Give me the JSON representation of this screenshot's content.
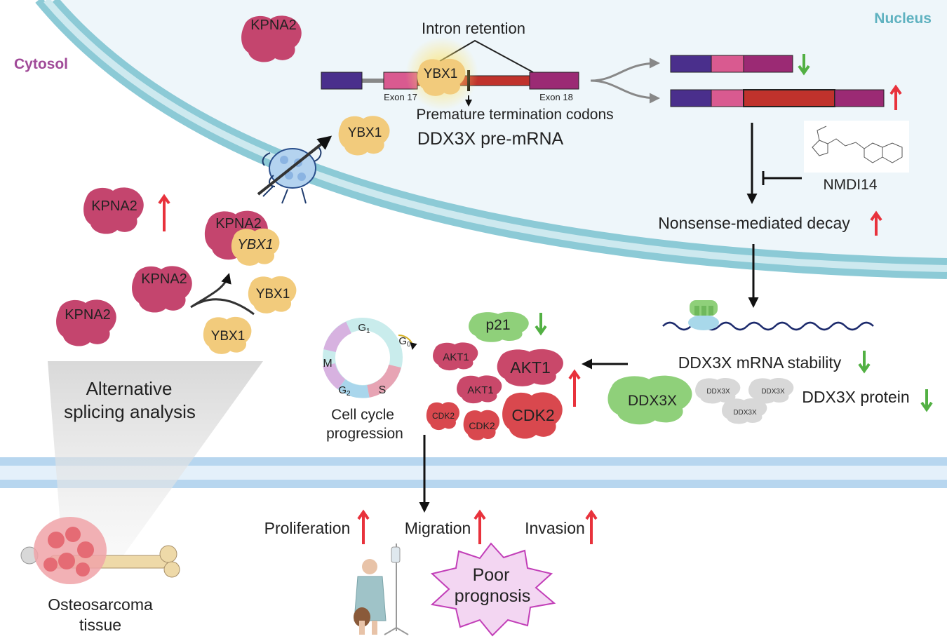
{
  "compartments": {
    "nucleus": "Nucleus",
    "cytosol": "Cytosol"
  },
  "splicing": {
    "intron_retention": "Intron retention",
    "exon17": "Exon 17",
    "exon18": "Exon 18",
    "ptc": "Premature termination codons",
    "pre_mrna": "DDX3X pre-mRNA"
  },
  "proteins": {
    "kpna2": "KPNA2",
    "ybx1": "YBX1",
    "p21": "p21",
    "akt1": "AKT1",
    "cdk2": "CDK2",
    "ddx3x": "DDX3X"
  },
  "drug": "NMDI14",
  "nmd": "Nonsense-mediated decay",
  "mrna_stability": "DDX3X mRNA stability",
  "protein_level": "DDX3X protein",
  "cell_cycle": {
    "line1": "Cell cycle",
    "line2": "progression",
    "g1": "G",
    "g1_sub": "1",
    "g0": "G",
    "g0_sub": "0",
    "g2": "G",
    "g2_sub": "2",
    "s": "S",
    "m": "M"
  },
  "analysis": {
    "line1": "Alternative",
    "line2": "splicing analysis"
  },
  "tissue": {
    "line1": "Osteosarcoma",
    "line2": "tissue"
  },
  "outcomes": {
    "proliferation": "Proliferation",
    "migration": "Migration",
    "invasion": "Invasion"
  },
  "prognosis": {
    "line1": "Poor",
    "line2": "prognosis"
  },
  "colors": {
    "up_arrow": "#e8323c",
    "down_arrow": "#52b043",
    "kpna2": "#c4456e",
    "ybx1": "#f2cb7c",
    "akt1": "#c9486a",
    "cdk2": "#d9484e",
    "ddx3x": "#8fd07a",
    "membrane": "#8ccad6",
    "nucleus_fill": "#eef6fa",
    "cytosol_label": "#a04a98",
    "nucleus_label": "#5fb2c0"
  }
}
